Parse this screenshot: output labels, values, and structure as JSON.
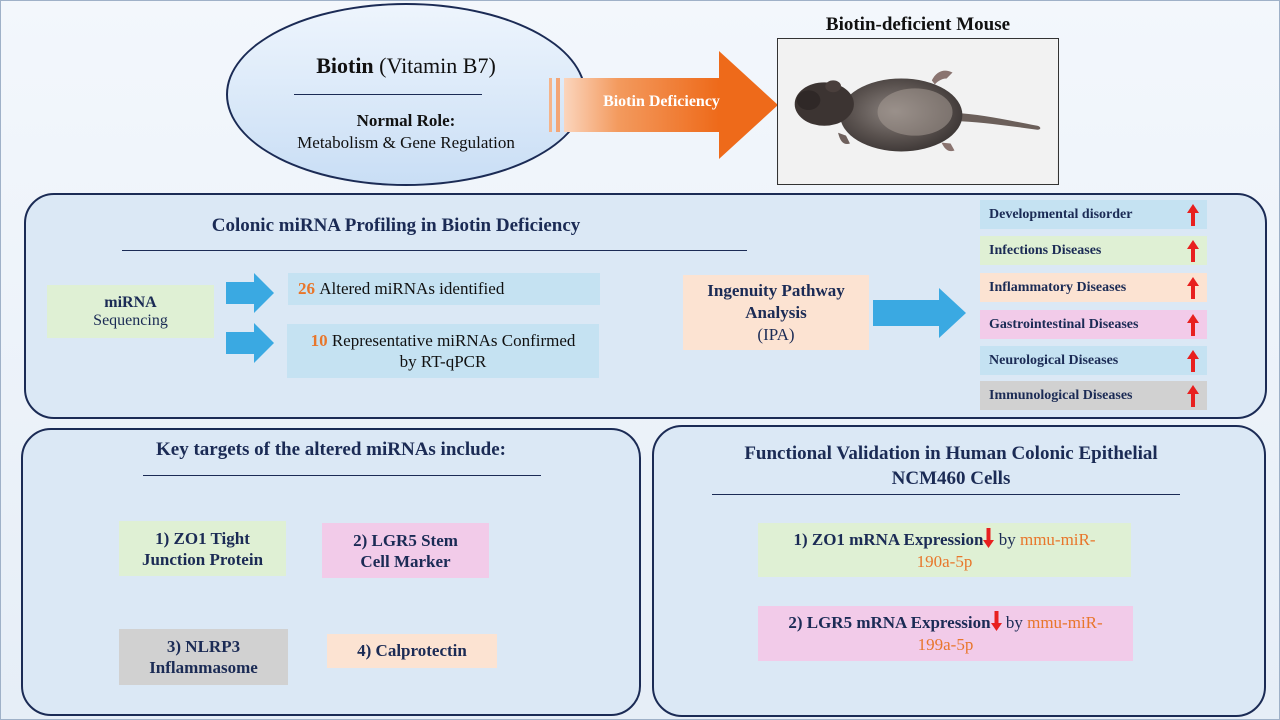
{
  "biotin": {
    "name": "Biotin",
    "alias": "(Vitamin B7)",
    "normal_role_label": "Normal Role:",
    "normal_role_text": "Metabolism & Gene Regulation"
  },
  "arrow_label": "Biotin Deficiency",
  "mouse": {
    "caption": "Biotin-deficient Mouse"
  },
  "profiling": {
    "title": "Colonic miRNA Profiling in Biotin Deficiency",
    "sequencing_line1": "miRNA",
    "sequencing_line2": "Sequencing",
    "altered_count": "26",
    "altered_text": "Altered miRNAs identified",
    "confirmed_count": "10",
    "confirmed_text_line1": "Representative miRNAs Confirmed",
    "confirmed_text_line2": "by RT-qPCR",
    "ipa_line1": "Ingenuity Pathway",
    "ipa_line2": "Analysis",
    "ipa_line3": "(IPA)",
    "diseases": [
      {
        "label": "Developmental disorder",
        "color": "#c5e2f2"
      },
      {
        "label": "Infections Diseases",
        "color": "#dff0d4"
      },
      {
        "label": "Inflammatory Diseases",
        "color": "#fce3d2"
      },
      {
        "label": "Gastrointestinal Diseases",
        "color": "#f2cbe9"
      },
      {
        "label": "Neurological Diseases",
        "color": "#c5e2f2"
      },
      {
        "label": "Immunological Diseases",
        "color": "#d1d1d1"
      }
    ]
  },
  "targets": {
    "title": "Key targets of the altered miRNAs include:",
    "items": [
      {
        "line1": "1) ZO1 Tight",
        "line2": "Junction Protein"
      },
      {
        "line1": "2) LGR5 Stem",
        "line2": "Cell Marker"
      },
      {
        "line1": "3) NLRP3",
        "line2": "Inflammasome"
      },
      {
        "line1": "4) Calprotectin",
        "line2": ""
      }
    ]
  },
  "validation": {
    "title_line1": "Functional Validation in Human Colonic Epithelial",
    "title_line2": "NCM460 Cells",
    "item1_text": "1) ZO1 mRNA Expression",
    "item1_by": "by",
    "item1_mirna_part1": "mmu-miR-",
    "item1_mirna_part2": "190a-5p",
    "item2_text": "2) LGR5 mRNA Expression",
    "item2_by": "by",
    "item2_mirna_part1": "mmu-miR-",
    "item2_mirna_part2": "199a-5p"
  },
  "colors": {
    "navy": "#1b2b55",
    "accent_orange": "#e8762b",
    "arrow_up_red": "#e8201f",
    "flow_arrow_blue": "#3aa9e2"
  }
}
